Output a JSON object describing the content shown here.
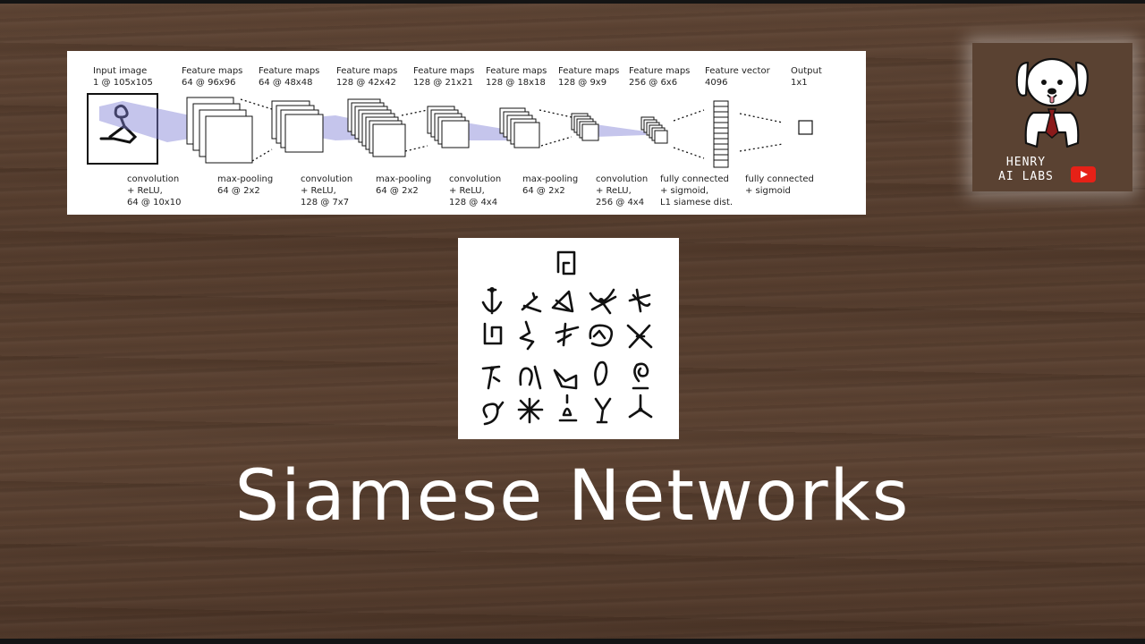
{
  "title": "Siamese Networks",
  "logo": {
    "line1": "HENRY",
    "line2": "AI LABS",
    "icon": "dog-mascot-icon",
    "play_icon": "youtube-play-icon",
    "colors": {
      "youtube_red": "#e62117"
    }
  },
  "architecture": {
    "top_labels": [
      {
        "title": "Input image",
        "detail": "1 @ 105x105"
      },
      {
        "title": "Feature maps",
        "detail": "64 @ 96x96"
      },
      {
        "title": "Feature maps",
        "detail": "64 @ 48x48"
      },
      {
        "title": "Feature maps",
        "detail": "128 @ 42x42"
      },
      {
        "title": "Feature maps",
        "detail": "128 @ 21x21"
      },
      {
        "title": "Feature maps",
        "detail": "128 @ 18x18"
      },
      {
        "title": "Feature maps",
        "detail": "128 @ 9x9"
      },
      {
        "title": "Feature maps",
        "detail": "256 @ 6x6"
      },
      {
        "title": "Feature vector",
        "detail": "4096"
      },
      {
        "title": "Output",
        "detail": "1x1"
      }
    ],
    "bottom_labels": [
      {
        "lines": [
          "convolution",
          "+ ReLU,",
          "64 @ 10x10"
        ]
      },
      {
        "lines": [
          "max-pooling",
          "64 @ 2x2"
        ]
      },
      {
        "lines": [
          "convolution",
          "+ ReLU,",
          "128 @ 7x7"
        ]
      },
      {
        "lines": [
          "max-pooling",
          "64 @ 2x2"
        ]
      },
      {
        "lines": [
          "convolution",
          "+ ReLU,",
          "128 @ 4x4"
        ]
      },
      {
        "lines": [
          "max-pooling",
          "64 @ 2x2"
        ]
      },
      {
        "lines": [
          "convolution",
          "+ ReLU,",
          "256 @ 4x4"
        ]
      },
      {
        "lines": [
          "fully connected",
          "+ sigmoid,",
          "L1 siamese dist."
        ]
      },
      {
        "lines": [
          "fully connected",
          "+ sigmoid"
        ]
      }
    ],
    "colors": {
      "receptive_field": "#7f7fd5"
    }
  },
  "characters": {
    "description_icon": "omniglot-characters-grid",
    "rows": [
      1,
      5,
      5,
      5,
      5
    ]
  }
}
